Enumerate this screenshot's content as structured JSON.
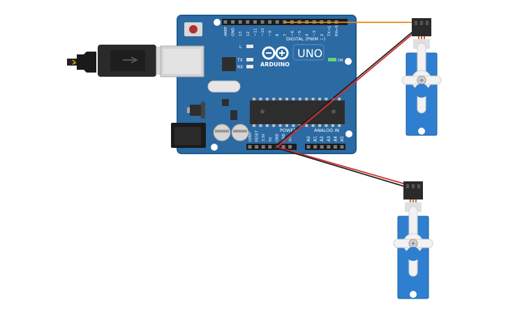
{
  "board": {
    "logo": "ARDUINO",
    "model": "UNO",
    "digital_label": "DIGITAL (PWM ~)",
    "analog_label": "ANALOG IN",
    "power_label": "POWER",
    "on_label": "ON",
    "led_l": "L",
    "led_tx": "TX",
    "led_rx": "RX",
    "digital_pins": [
      "AREF",
      "GND",
      "13",
      "12",
      "~11",
      "~10",
      "~9",
      "8",
      "7",
      "~6",
      "~5",
      "4",
      "~3",
      "2",
      "TX→1",
      "RX←0"
    ],
    "power_pins": [
      "IOREF",
      "RESET",
      "3.3V",
      "5V",
      "GND",
      "GND",
      "Vin"
    ],
    "analog_pins": [
      "A0",
      "A1",
      "A2",
      "A3",
      "A4",
      "A5"
    ]
  },
  "wires": {
    "signal_color": "#e8890c",
    "power_color": "#d32f2f",
    "ground_color": "#222222"
  },
  "colors": {
    "board": "#2b6aa3",
    "board_edge": "#1f5a8f",
    "servo": "#2f7fd0",
    "servo_dark": "#1c5f9f"
  }
}
